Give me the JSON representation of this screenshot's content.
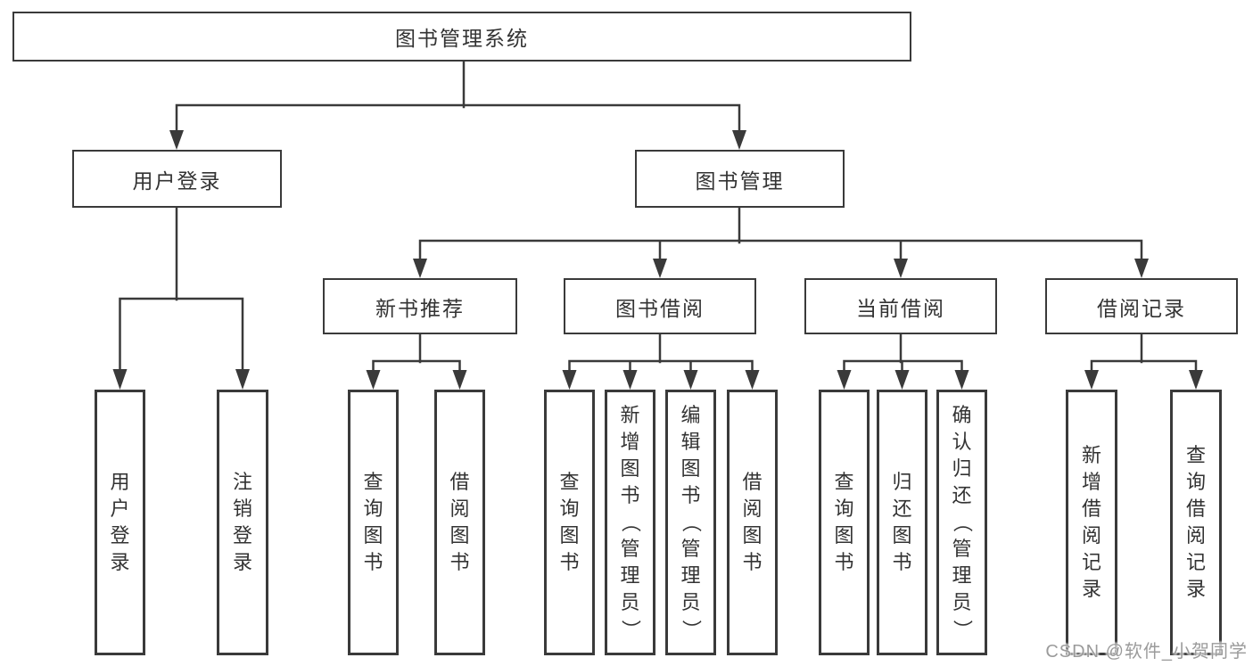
{
  "tree": {
    "root": {
      "label": "图书管理系统",
      "children": [
        {
          "label": "用户登录",
          "children": [
            {
              "label": "用户登录"
            },
            {
              "label": "注销登录"
            }
          ]
        },
        {
          "label": "图书管理",
          "children": [
            {
              "label": "新书推荐",
              "children": [
                {
                  "label": "查询图书"
                },
                {
                  "label": "借阅图书"
                }
              ]
            },
            {
              "label": "图书借阅",
              "children": [
                {
                  "label": "查询图书"
                },
                {
                  "label": "新增图书（管理员）"
                },
                {
                  "label": "编辑图书（管理员）"
                },
                {
                  "label": "借阅图书"
                }
              ]
            },
            {
              "label": "当前借阅",
              "children": [
                {
                  "label": "查询图书"
                },
                {
                  "label": "归还图书"
                },
                {
                  "label": "确认归还（管理员）"
                }
              ]
            },
            {
              "label": "借阅记录",
              "children": [
                {
                  "label": "新增借阅记录"
                },
                {
                  "label": "查询借阅记录"
                }
              ]
            }
          ]
        }
      ]
    }
  },
  "watermark": {
    "text": "CSDN @软件_小贺同学"
  },
  "colors": {
    "line": "#3a3a3a",
    "box_border": "#3a3a3a",
    "text": "#333333",
    "background": "#ffffff",
    "watermark": "#9b9b9b"
  }
}
